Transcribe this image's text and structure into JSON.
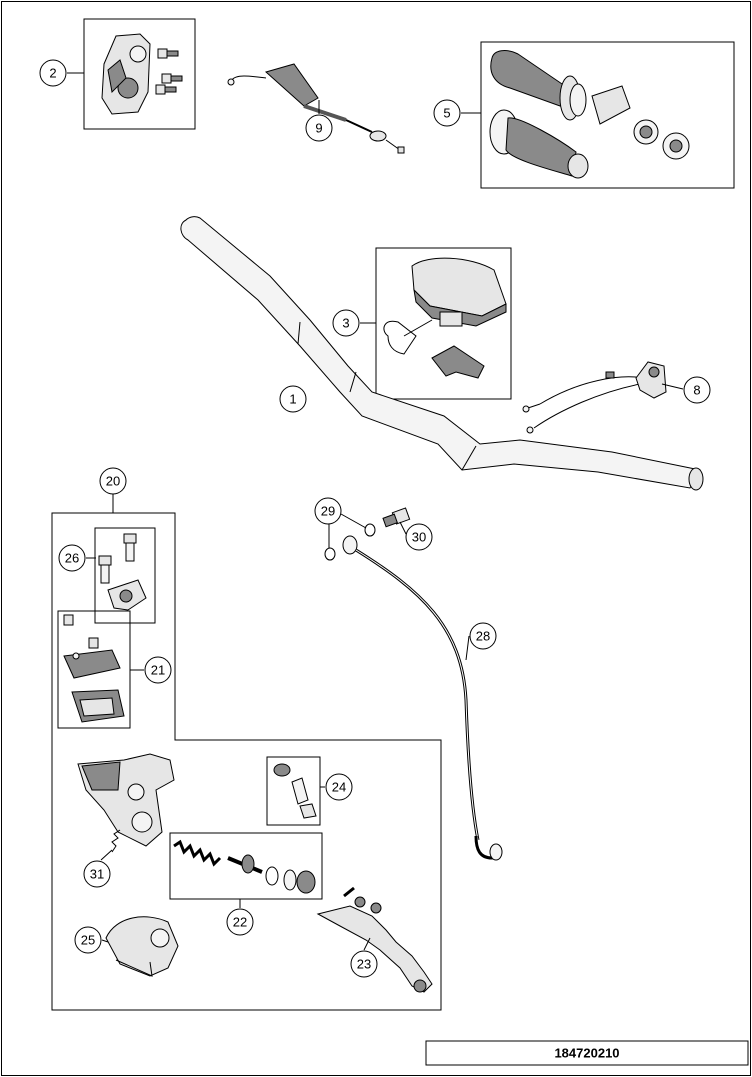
{
  "diagram_code": "184720210",
  "callouts": [
    "1",
    "2",
    "3",
    "5",
    "8",
    "9",
    "20",
    "21",
    "22",
    "23",
    "24",
    "25",
    "26",
    "28",
    "29",
    "30",
    "31"
  ]
}
